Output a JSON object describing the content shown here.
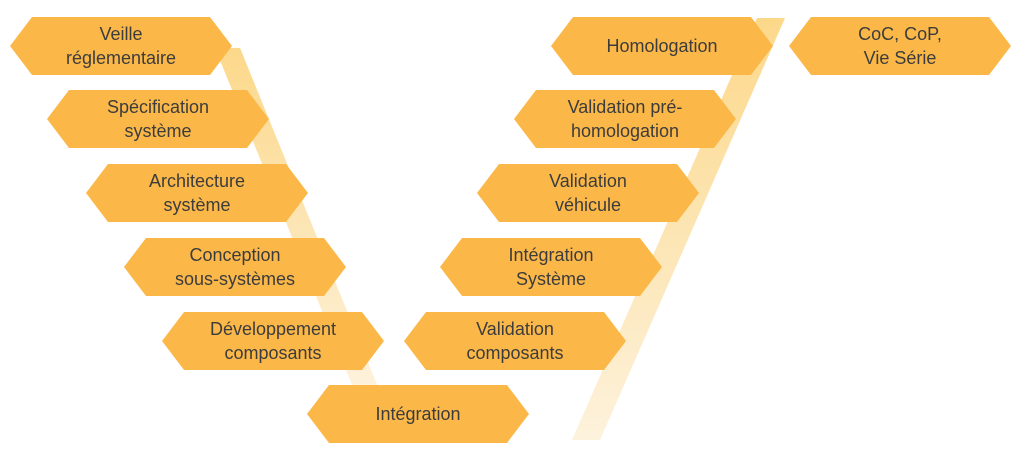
{
  "colors": {
    "box_fill": "#fbb848",
    "box_text": "#3c3c3c",
    "band_light": "#fdebc2",
    "band_mid": "#fcd98e"
  },
  "left_branch": [
    {
      "label": "Veille\nréglementaire"
    },
    {
      "label": "Spécification\nsystème"
    },
    {
      "label": "Architecture\nsystème"
    },
    {
      "label": "Conception\nsous-systèmes"
    },
    {
      "label": "Développement\ncomposants"
    }
  ],
  "bottom": {
    "label": "Intégration"
  },
  "right_branch": [
    {
      "label": "Validation\ncomposants"
    },
    {
      "label": "Intégration\nSystème"
    },
    {
      "label": "Validation\nvéhicule"
    },
    {
      "label": "Validation pré-\nhomologation"
    },
    {
      "label": "Homologation"
    }
  ],
  "extra": {
    "label": "CoC, CoP,\nVie Série"
  }
}
